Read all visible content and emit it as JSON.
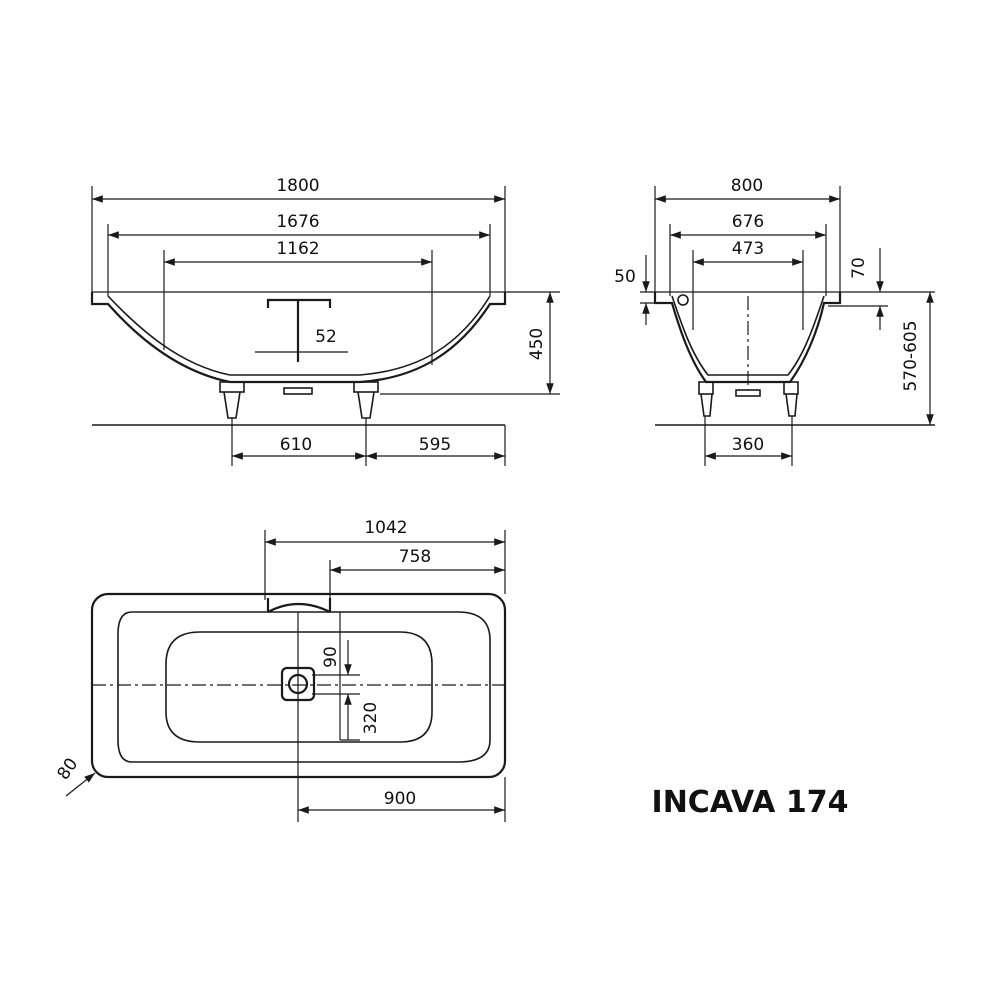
{
  "title": "INCAVA 174",
  "side_view": {
    "overall_length": "1800",
    "inner_length": "1676",
    "bottom_length": "1162",
    "waste_offset": "52",
    "height": "450",
    "foot_spacing": "610",
    "foot_to_end": "595"
  },
  "end_view": {
    "overall_width": "800",
    "inner_width": "676",
    "bottom_width": "473",
    "rim_left": "50",
    "rim_right": "70",
    "height_range": "570-605",
    "foot_spacing": "360"
  },
  "plan_view": {
    "to_overflow": "1042",
    "to_overflow_center": "758",
    "waste_offset_y": "90",
    "waste_offset_y2": "320",
    "waste_from_end": "900",
    "corner_radius": "80"
  }
}
